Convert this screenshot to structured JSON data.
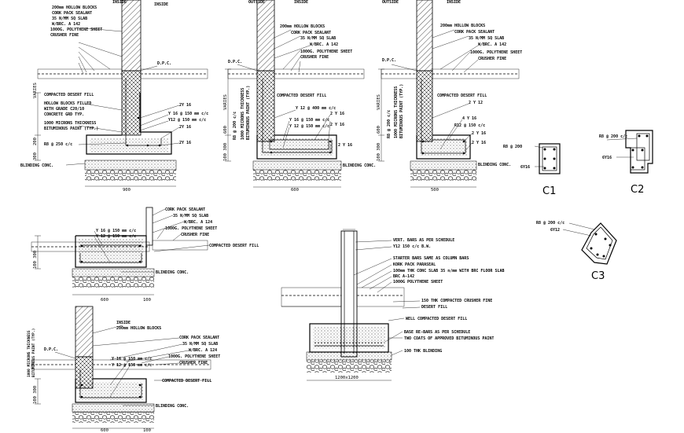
{
  "common": {
    "inside": "INSIDE",
    "outside": "OUTSIDE",
    "dpc": "D.P.C.",
    "varies": "VARIES",
    "blinding": "BLINDING CONC.",
    "desert_fill": "COMPACTED DESERT FILL",
    "crusher_fine": "CRUSHER FINE",
    "polythene": "1000G. POLYTHENE SHEET",
    "cork": "CORK PACK SEALANT",
    "slab": "35 N/MM SQ SLAB",
    "brc": "W/BRC. A 142"
  },
  "d1": {
    "hollow": "200mm HOLLOW BLOCKS",
    "filled1": "HOLLOW BLOCKS FILLED",
    "filled2": "WITH GRADE C20/10",
    "filled3": "CONCRETE GRD TYP.",
    "bitumen1": "1000 MICRONS THICKNESS",
    "bitumen2": "BITUMINOUS PAINT (TYP.)",
    "bar1": "2Y 16",
    "bar2": "Y 16 @ 150 mm c/c",
    "bar3": "Y12 @ 150 mm c/c",
    "bar4": "2Y 16",
    "bar5": "2Y 16",
    "link": "R8 @ 250 c/c",
    "dim_h": "200",
    "dim_b": "300",
    "width": "900"
  },
  "d2": {
    "hollow": "200mm HOLLOW BLOCKS",
    "bitumen1": "1000 MICRONS THICKNESS",
    "bitumen2": "BITUMINOUS PAINT (TYP.)",
    "link": "R8 @ 200 c/c",
    "bar1": "Y 12 @ 400 mm c/c",
    "bar2": "2 Y 16",
    "bar3": "Y 16 @ 150 mm c/c",
    "bar4": "Y 12 @ 150 mm c/c",
    "bar5": "2 Y 16",
    "bar6": "2 Y 16",
    "dim_h": "600",
    "dim_b": "100 300",
    "width": "600"
  },
  "d3": {
    "hollow": "200mm HOLLOW BLOCKS",
    "bitumen1": "1000 MICRONS THICKNESS",
    "bitumen2": "BITUMINOUS PAINT (TYP.)",
    "link": "R8 @ 200 c/c",
    "bar1": "2 Y 12",
    "bar2": "4 Y 16",
    "bar3": "R12 @ 150 c/c",
    "bar4": "2 Y 16",
    "bar5": "2 Y 16",
    "dim_h": "600",
    "dim_b": "100 300",
    "width": "500"
  },
  "columns": {
    "c1_link": "R8 @ 200",
    "c1_bars": "6Y16",
    "c1_name": "C1",
    "c2_link": "R8 @ 200 c/c",
    "c2_bars": "6Y16",
    "c2_name": "C2",
    "c3_link": "R8 @ 200 c/c",
    "c3_bars": "6Y12",
    "c3_name": "C3"
  },
  "d4": {
    "bar1": "Y 16 @ 150 mm c/c",
    "bar2": "Y 12 @ 150 mm c/c",
    "brc": "W/BRC. A 124",
    "dim_b": "100 300",
    "width": "600",
    "edge": "100"
  },
  "d5": {
    "bitumen1": "1000 MICRONS THICKNESS",
    "bitumen2": "BITUMINOUS PAINT (TYP.)",
    "hollow": "200mm HOLLOW BLOCKS",
    "bar1": "Y 16 @ 150 mm c/c",
    "bar2": "Y 12 @ 150 mm c/c",
    "brc": "W/BRC. A 124",
    "dim_b": "100 300",
    "width": "600",
    "edge": "100"
  },
  "d6": {
    "l1": "VERT. BARS AS PER SCHEDULE",
    "l2": "Y12 150 c/c B.W.",
    "l3": "STARTER BARS SAME AS COLUMN BARS",
    "l4": "KORK PACK PARASEAL",
    "l5": "100mm THK CONC SLAB 35 n/mm WITH BRC FLOOR SLAB",
    "l6": "BRC A-142",
    "l7": "1000G POLYTHENE SHEET",
    "l8": "150 THK COMPACTED CRUSHER FINE",
    "l9": "DESERT FILL",
    "l10": "WELL COMPACTED DESERT FILL",
    "l11": "BASE RE-BARS AS PER SCHEDULE",
    "l12": "TWO COATS OF APPROVED BITUMINOUS PAINT",
    "l13": "100 THK BLINDING",
    "width": "1200x1200"
  }
}
